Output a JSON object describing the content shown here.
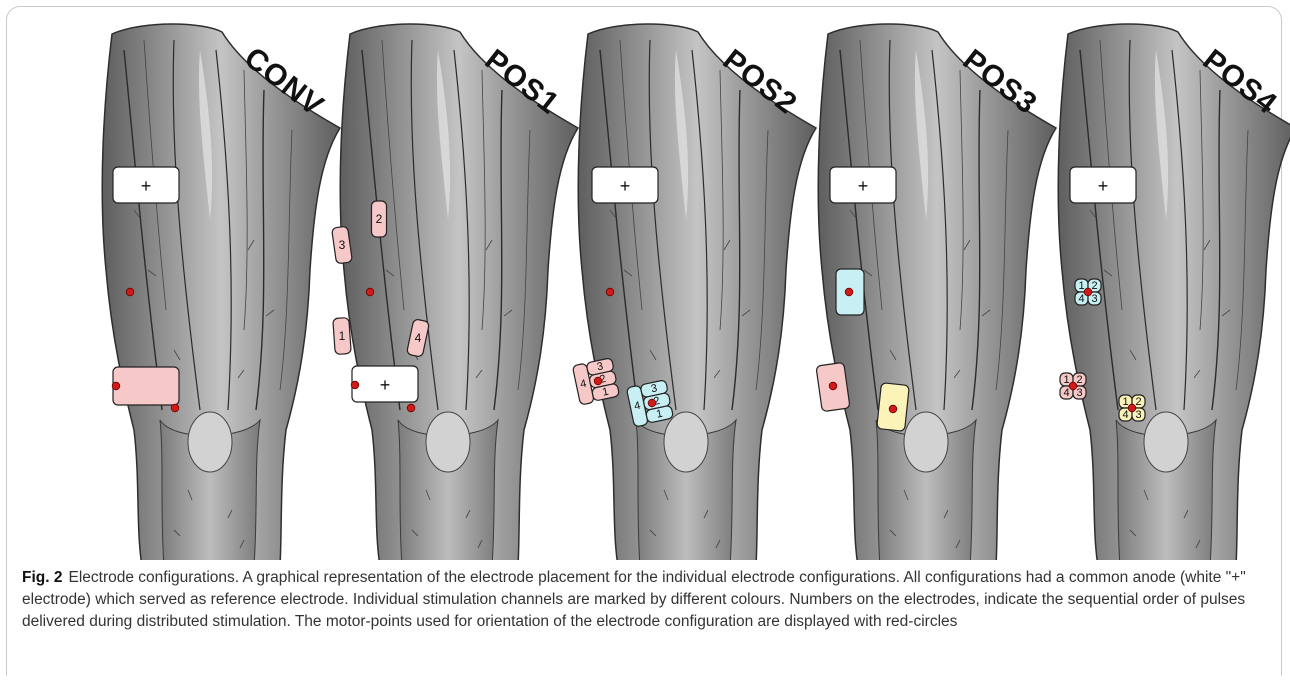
{
  "figure": {
    "panels": [
      {
        "id": "conv",
        "title": "CONV"
      },
      {
        "id": "pos1",
        "title": "POS1"
      },
      {
        "id": "pos2",
        "title": "POS2"
      },
      {
        "id": "pos3",
        "title": "POS3"
      },
      {
        "id": "pos4",
        "title": "POS4"
      }
    ],
    "anode_symbol": "+",
    "pos1_numbers": [
      "1",
      "2",
      "3",
      "4"
    ],
    "grid_numbers": [
      "1",
      "2",
      "3",
      "4"
    ],
    "colors": {
      "anode": "#ffffff",
      "channel_red": "#f7c8c8",
      "channel_cyan": "#c8f0f4",
      "channel_yellow": "#fbf3b8",
      "motor_point": "#d11a1a",
      "muscle": "#8a8a8a"
    }
  },
  "caption": {
    "label": "Fig. 2",
    "text": "Electrode configurations. A graphical representation of the electrode placement for the individual electrode configurations. All configurations had a common anode (white \"+\" electrode) which served as reference electrode. Individual stimulation channels are marked by different colours. Numbers on the electrodes, indicate the sequential order of pulses delivered during distributed stimulation. The motor-points used for orientation of the electrode configuration are displayed with red-circles"
  }
}
